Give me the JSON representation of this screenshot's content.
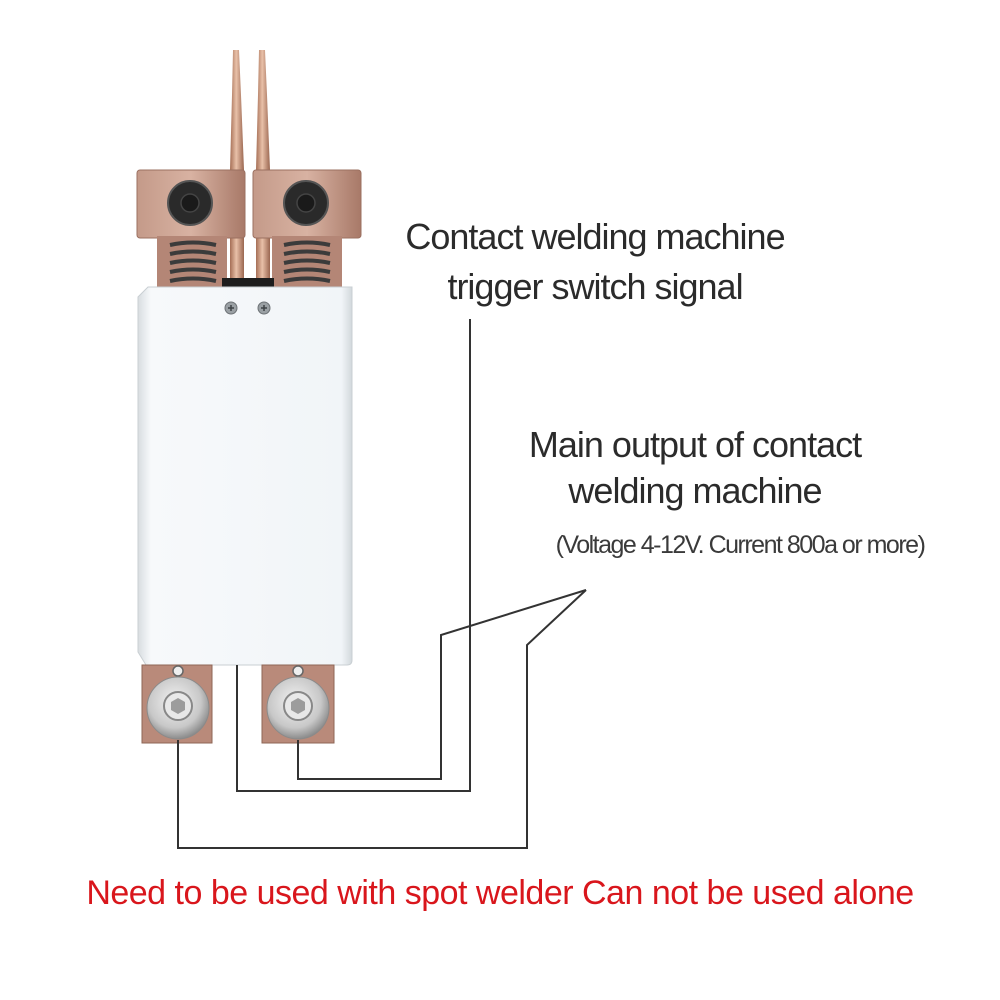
{
  "labels": {
    "trigger_signal": [
      "Contact welding machine",
      "trigger switch signal"
    ],
    "main_output": [
      "Main output of contact",
      "welding machine"
    ],
    "main_output_spec": "(Voltage 4-12V. Current 800a or more)",
    "warning": "Need to be used with spot welder Can not be used alone"
  },
  "colors": {
    "copper": "#b98a7a",
    "copper_dark": "#8e6656",
    "body": "#f4f7f9",
    "wire": "#333333",
    "warning_text": "#d9161c",
    "label_text": "#2b2b2b"
  },
  "components": {
    "welding_pens": 2,
    "top_clamps": 2,
    "springs": 2,
    "body_screws": 2,
    "output_terminals": 2,
    "wires": [
      "trigger-signal-wire",
      "main-output-wire-right",
      "main-output-wire-left"
    ]
  }
}
